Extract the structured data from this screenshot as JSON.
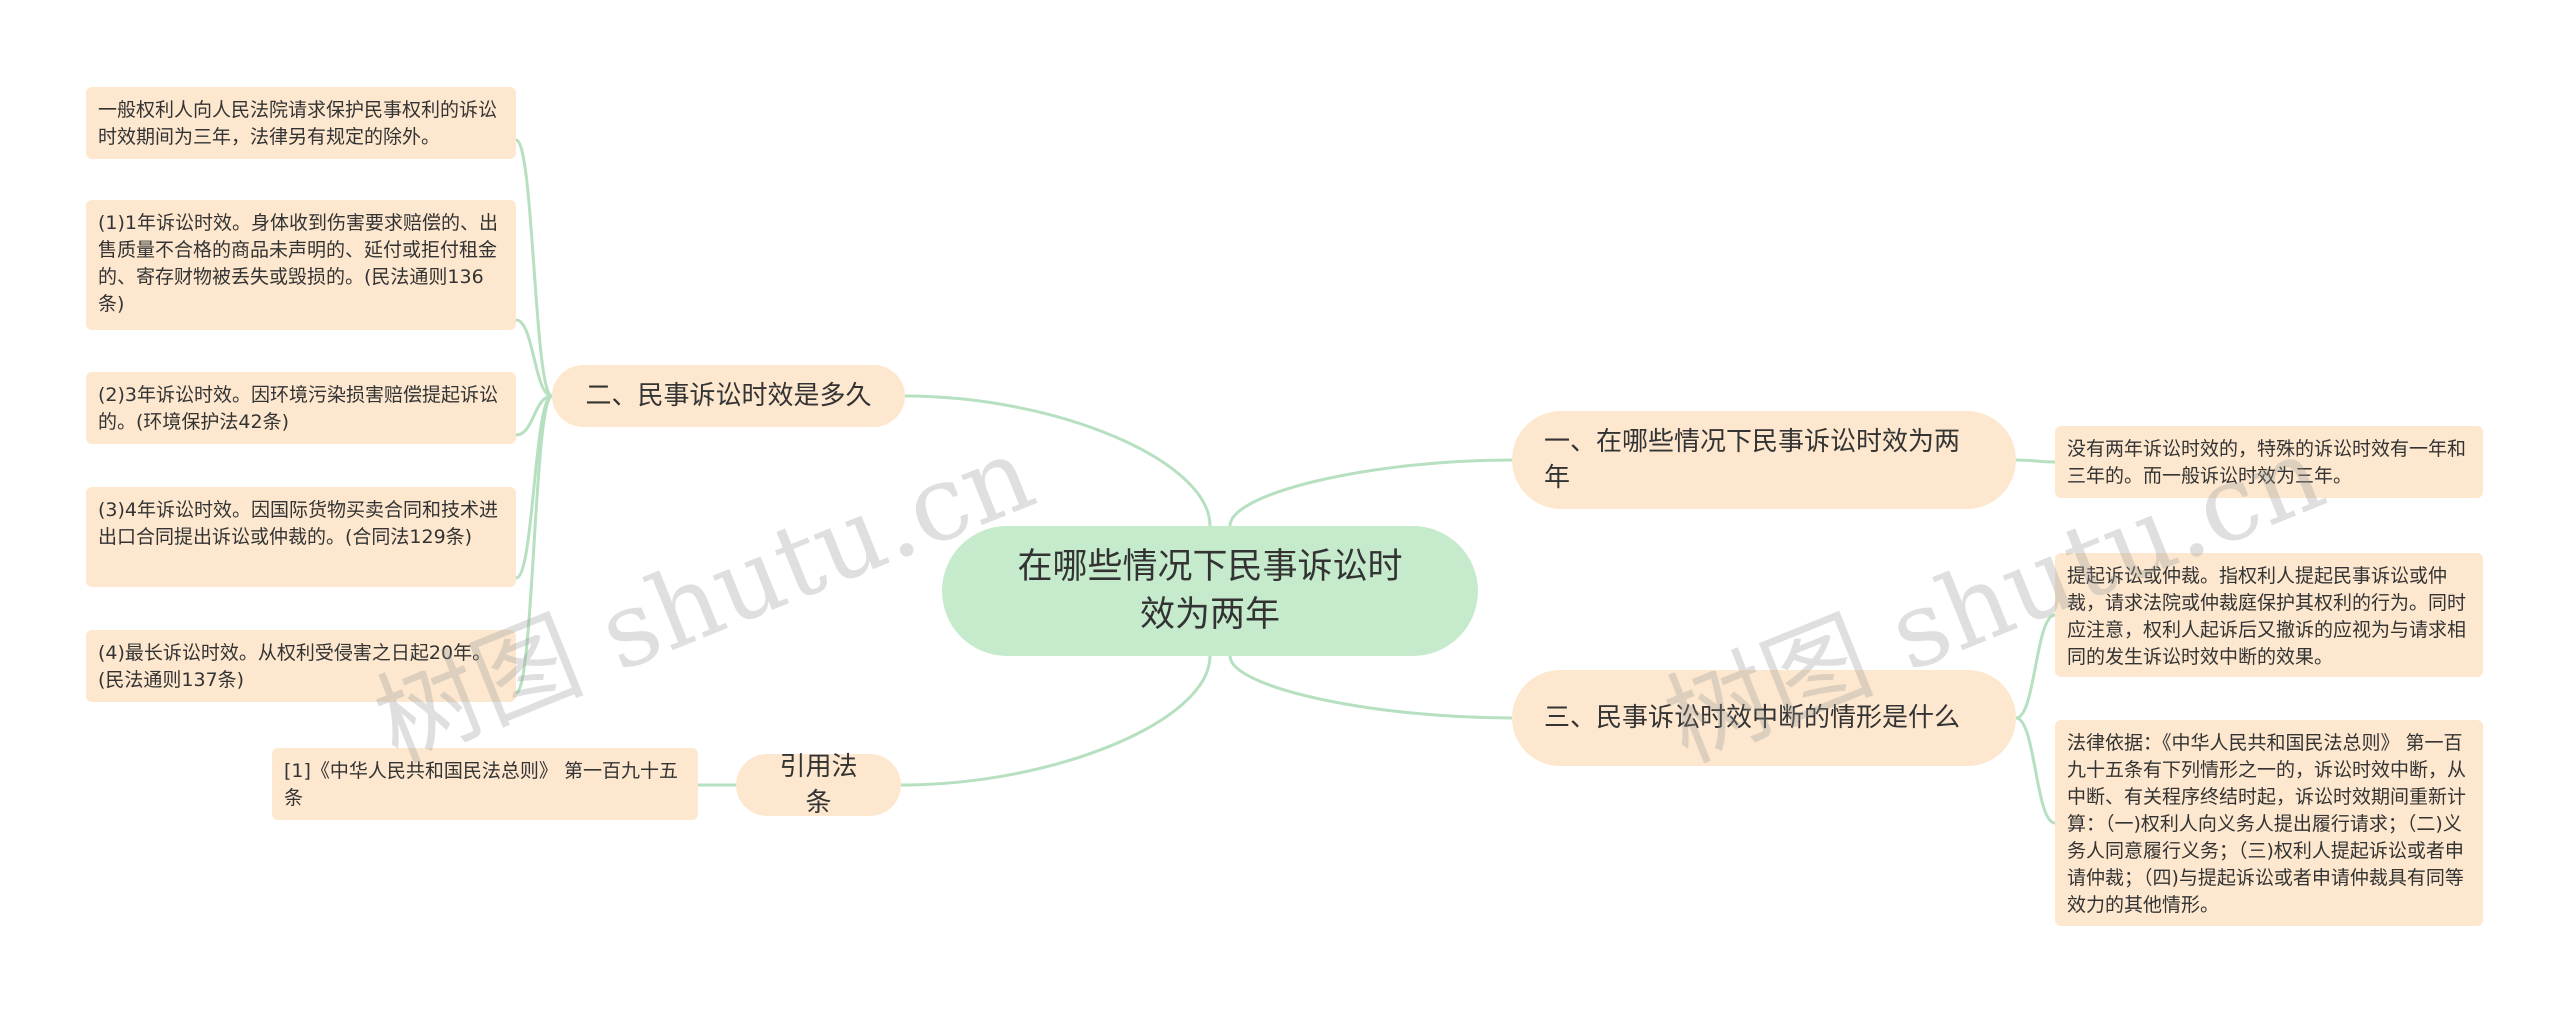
{
  "mindmap": {
    "root": "在哪些情况下民事诉讼时效为两年",
    "topics": {
      "q1": "一、在哪些情况下民事诉讼时效为两年",
      "q2": "二、民事诉讼时效是多久",
      "q3": "三、民事诉讼时效中断的情形是什么",
      "law": "引用法条"
    },
    "leaves": {
      "q1_a": "没有两年诉讼时效的，特殊的诉讼时效有一年和三年的。而一般诉讼时效为三年。",
      "q2_a": "一般权利人向人民法院请求保护民事权利的诉讼时效期间为三年，法律另有规定的除外。",
      "q2_b": "(1)1年诉讼时效。身体收到伤害要求赔偿的、出售质量不合格的商品未声明的、延付或拒付租金的、寄存财物被丢失或毁损的。(民法通则136条)",
      "q2_c": "(2)3年诉讼时效。因环境污染损害赔偿提起诉讼的。(环境保护法42条)",
      "q2_d": "(3)4年诉讼时效。因国际货物买卖合同和技术进出口合同提出诉讼或仲裁的。(合同法129条)",
      "q2_e": "(4)最长诉讼时效。从权利受侵害之日起20年。(民法通则137条)",
      "q3_a": "提起诉讼或仲裁。指权利人提起民事诉讼或仲裁，请求法院或仲裁庭保护其权利的行为。同时应注意，权利人起诉后又撤诉的应视为与请求相同的发生诉讼时效中断的效果。",
      "q3_b": "法律依据：《中华人民共和国民法总则》 第一百九十五条有下列情形之一的，诉讼时效中断，从中断、有关程序终结时起，诉讼时效期间重新计算：（一)权利人向义务人提出履行请求；（二)义务人同意履行义务；（三)权利人提起诉讼或者申请仲裁；（四)与提起诉讼或者申请仲裁具有同等效力的其他情形。",
      "law_a": "[1]《中华人民共和国民法总则》 第一百九十五条"
    },
    "watermark": "树图 shutu.cn"
  },
  "colors": {
    "root_fill": "#c6eacc",
    "node_fill": "#fde8cf",
    "link": "#b6e0c0",
    "text": "#333333"
  }
}
